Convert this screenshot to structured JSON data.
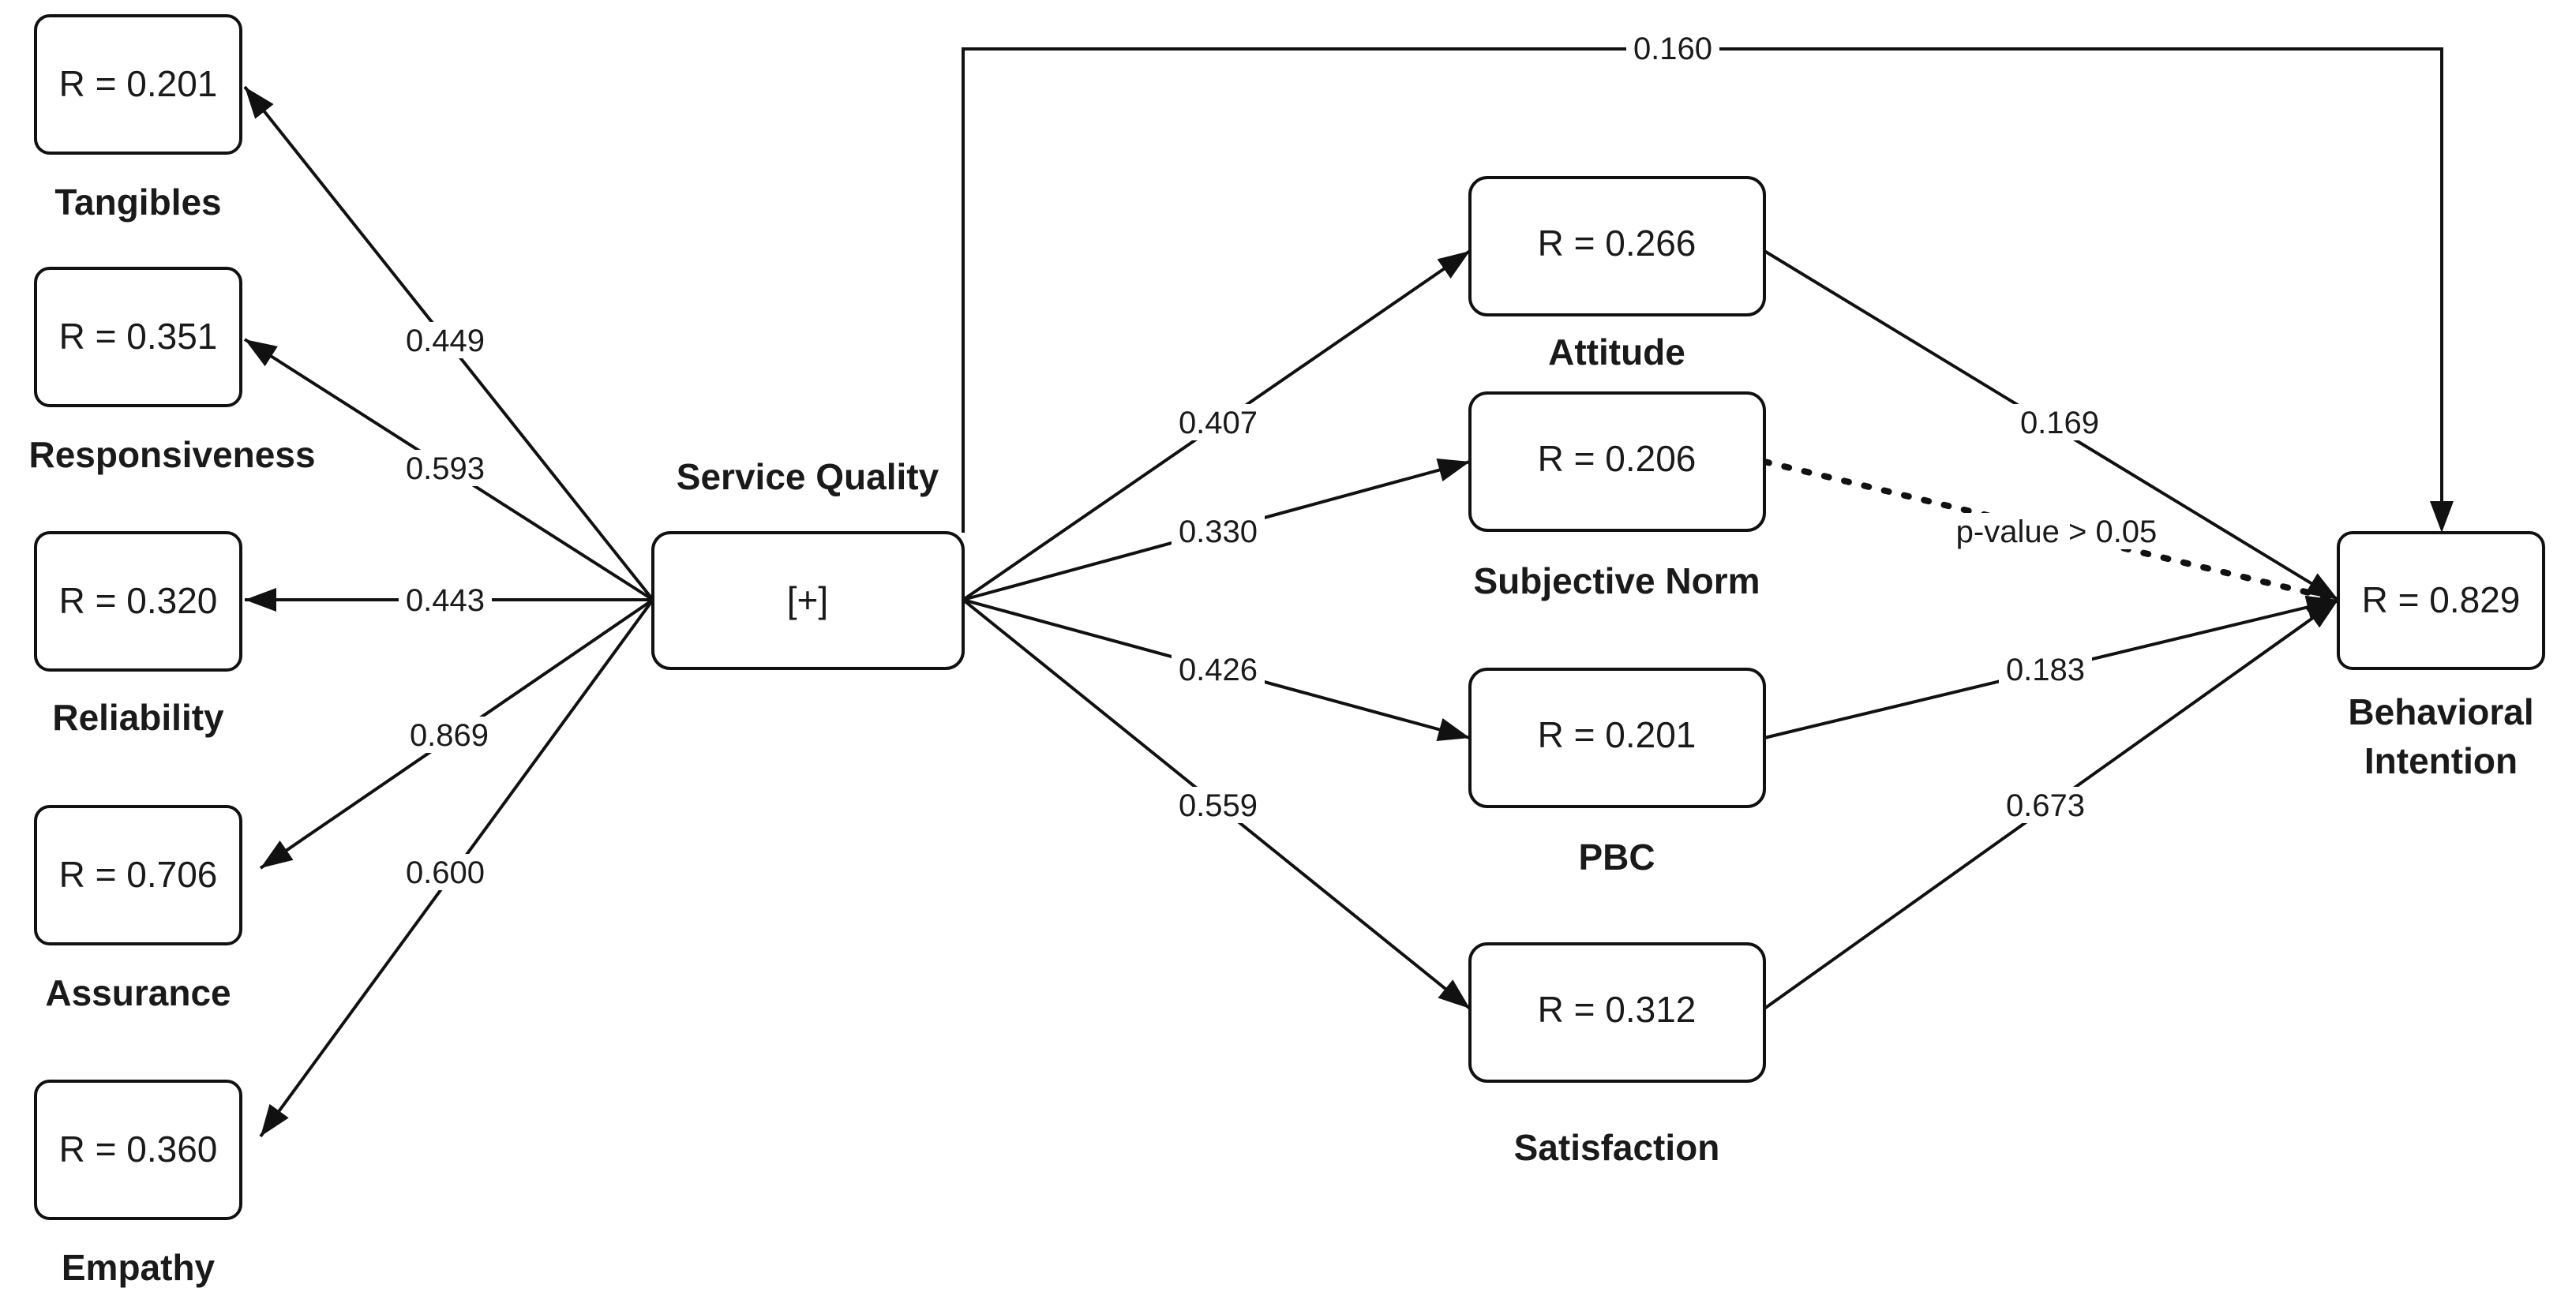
{
  "diagram": {
    "nodes": {
      "tangibles": {
        "value": "R = 0.201",
        "name": "Tangibles"
      },
      "responsiveness": {
        "value": "R = 0.351",
        "name": "Responsiveness"
      },
      "reliability": {
        "value": "R = 0.320",
        "name": "Reliability"
      },
      "assurance": {
        "value": "R = 0.706",
        "name": "Assurance"
      },
      "empathy": {
        "value": "R = 0.360",
        "name": "Empathy"
      },
      "service_quality": {
        "value": "[+]",
        "name": "Service Quality"
      },
      "attitude": {
        "value": "R = 0.266",
        "name": "Attitude"
      },
      "subjective_norm": {
        "value": "R = 0.206",
        "name": "Subjective Norm"
      },
      "pbc": {
        "value": "R = 0.201",
        "name": "PBC"
      },
      "satisfaction": {
        "value": "R = 0.312",
        "name": "Satisfaction"
      },
      "behavioral_intention": {
        "value": "R = 0.829",
        "name_line1": "Behavioral",
        "name_line2": "Intention"
      }
    },
    "edges": {
      "sq_tangibles": "0.449",
      "sq_responsiveness": "0.593",
      "sq_reliability": "0.443",
      "sq_assurance": "0.869",
      "sq_empathy": "0.600",
      "sq_attitude": "0.407",
      "sq_subjective_norm": "0.330",
      "sq_pbc": "0.426",
      "sq_satisfaction": "0.559",
      "attitude_bi": "0.169",
      "subjective_norm_bi": "p-value > 0.05",
      "pbc_bi": "0.183",
      "satisfaction_bi": "0.673",
      "sq_bi": "0.160"
    }
  }
}
